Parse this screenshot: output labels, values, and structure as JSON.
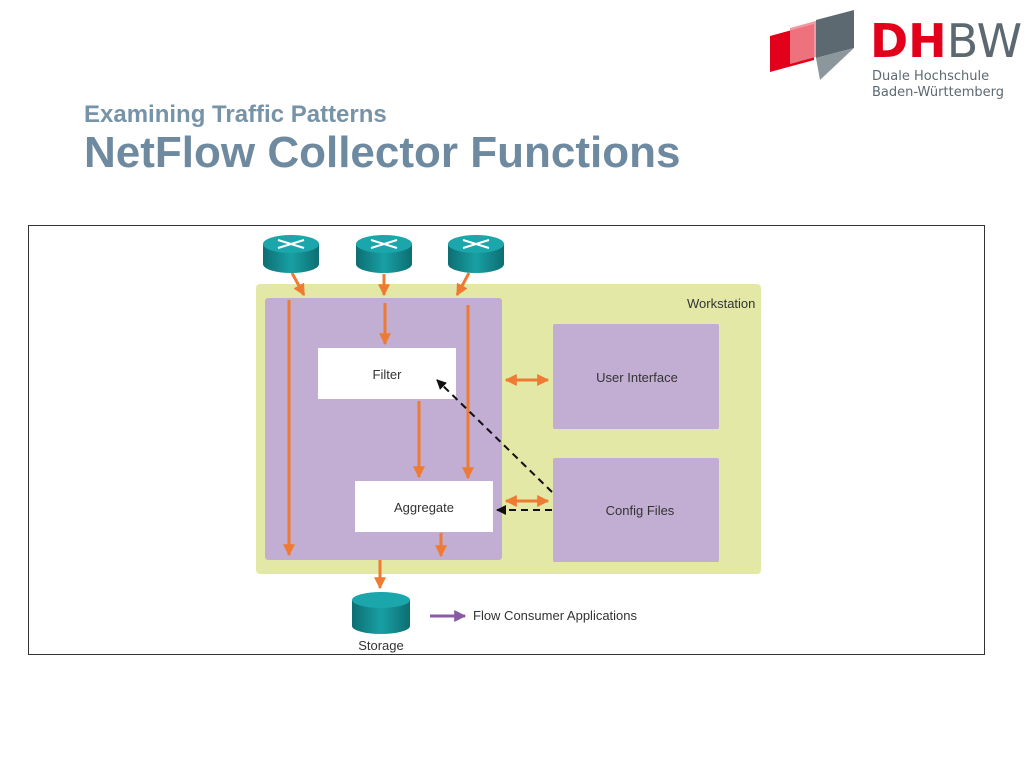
{
  "logo": {
    "letters_primary": "DH",
    "letters_secondary": "BW",
    "line1": "Duale Hochschule",
    "line2": "Baden-Württemberg",
    "colors": {
      "red": "#e2001a",
      "grey": "#5c6971"
    }
  },
  "header": {
    "subtitle": "Examining Traffic Patterns",
    "title": "NetFlow Collector Functions"
  },
  "diagram": {
    "workstation_label": "Workstation",
    "filter_label": "Filter",
    "aggregate_label": "Aggregate",
    "user_interface_label": "User Interface",
    "config_files_label": "Config Files",
    "storage_label": "Storage",
    "flow_consumer_label": "Flow Consumer Applications",
    "colors": {
      "workstation_bg": "#e3e8a6",
      "collector_bg": "#c3aed3",
      "arrow": "#ee7a33",
      "consumer_arrow": "#8a5aa6",
      "router": "#12858a"
    }
  }
}
